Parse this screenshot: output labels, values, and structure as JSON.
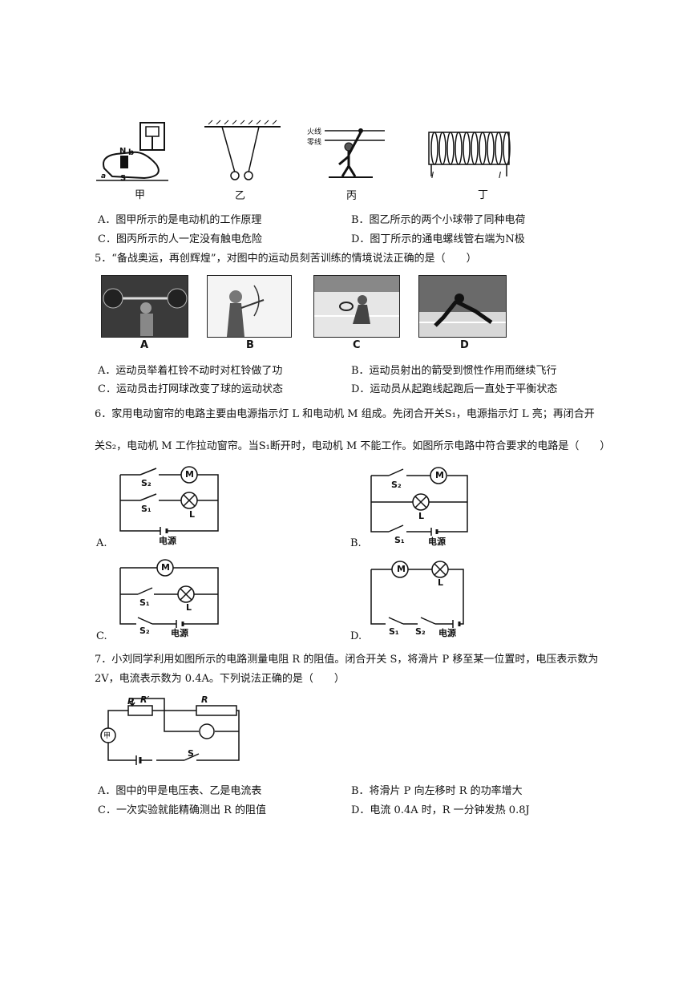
{
  "q4": {
    "fig_captions": [
      "甲",
      "乙",
      "丙",
      "丁"
    ],
    "fig_text": [
      "火线",
      "零线",
      "N",
      "b",
      "a",
      "S",
      "I",
      "I"
    ],
    "options": [
      "A．图甲所示的是电动机的工作原理",
      "B．图乙所示的两个小球带了同种电荷",
      "C．图丙所示的人一定没有触电危险",
      "D．图丁所示的通电螺线管右端为N极"
    ]
  },
  "q5": {
    "stem": "5．“备战奥运，再创辉煌”，对图中的运动员刻苦训练的情境说法正确的是（　　）",
    "photo_captions": [
      "A",
      "B",
      "C",
      "D"
    ],
    "options": [
      "A．运动员举着杠铃不动时对杠铃做了功",
      "B．运动员射出的箭受到惯性作用而继续飞行",
      "C．运动员击打网球改变了球的运动状态",
      "D．运动员从起跑线起跑后一直处于平衡状态"
    ]
  },
  "q6": {
    "stem_line1": "6．家用电动窗帘的电路主要由电源指示灯 L 和电动机 M 组成。先闭合开关S₁，电源指示灯 L 亮；再闭合开",
    "stem_line2": "关S₂，电动机 M 工作拉动窗帘。当S₁断开时，电动机 M 不能工作。如图所示电路中符合要求的电路是（　　）",
    "option_letters": [
      "A.",
      "B.",
      "C.",
      "D."
    ],
    "labels": {
      "motor": "M",
      "lamp": "L",
      "switch1": "S₁",
      "switch2": "S₂",
      "source": "电源"
    }
  },
  "q7": {
    "stem_line1": "7．小刘同学利用如图所示的电路测量电阻 R 的阻值。闭合开关 S，将滑片 P 移至某一位置时，电压表示数为",
    "stem_line2": "2V，电流表示数为 0.4A。下列说法正确的是（　　）",
    "labels": {
      "slider": "P",
      "rheostat": "R′",
      "resistor": "R",
      "meter": "甲",
      "switch": "S"
    },
    "options": [
      "A．图中的甲是电压表、乙是电流表",
      "B．将滑片 P 向左移时 R 的功率增大",
      "C．一次实验就能精确测出 R 的阻值",
      "D．电流 0.4A 时，R 一分钟发热 0.8J"
    ]
  }
}
